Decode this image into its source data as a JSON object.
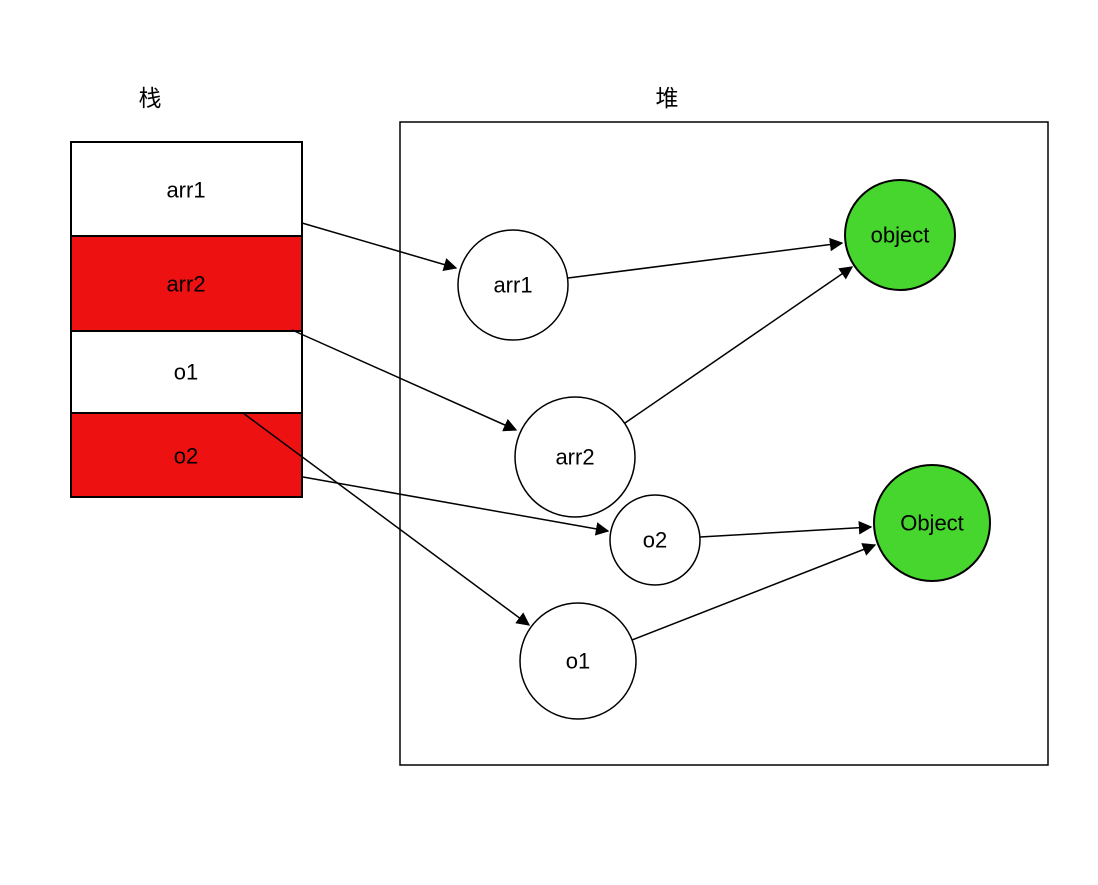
{
  "diagram": {
    "kind": "memory-model-diagram",
    "stack": {
      "title": "栈",
      "cells": [
        {
          "label": "arr1",
          "fill": "white"
        },
        {
          "label": "arr2",
          "fill": "red"
        },
        {
          "label": "o1",
          "fill": "white"
        },
        {
          "label": "o2",
          "fill": "red"
        }
      ]
    },
    "heap": {
      "title": "堆",
      "nodes": [
        {
          "id": "arr1",
          "label": "arr1",
          "kind": "reference-circle",
          "fill": "white"
        },
        {
          "id": "arr2",
          "label": "arr2",
          "kind": "reference-circle",
          "fill": "white"
        },
        {
          "id": "o2",
          "label": "o2",
          "kind": "reference-circle",
          "fill": "white"
        },
        {
          "id": "o1",
          "label": "o1",
          "kind": "reference-circle",
          "fill": "white"
        },
        {
          "id": "object-small",
          "label": "object",
          "kind": "object-circle",
          "fill": "green"
        },
        {
          "id": "object-capital",
          "label": "Object",
          "kind": "object-circle",
          "fill": "green"
        }
      ]
    },
    "edges": [
      {
        "from": "stack.arr1",
        "to": "heap.arr1"
      },
      {
        "from": "stack.arr2",
        "to": "heap.arr2"
      },
      {
        "from": "stack.o1",
        "to": "heap.o1"
      },
      {
        "from": "stack.o2",
        "to": "heap.o2"
      },
      {
        "from": "heap.arr1",
        "to": "heap.object-small"
      },
      {
        "from": "heap.arr2",
        "to": "heap.object-small"
      },
      {
        "from": "heap.o2",
        "to": "heap.object-capital"
      },
      {
        "from": "heap.o1",
        "to": "heap.object-capital"
      }
    ],
    "colors": {
      "red": "#ee1111",
      "green": "#46d62e",
      "white": "#ffffff",
      "stroke": "#000000",
      "background": "#ffffff"
    }
  }
}
